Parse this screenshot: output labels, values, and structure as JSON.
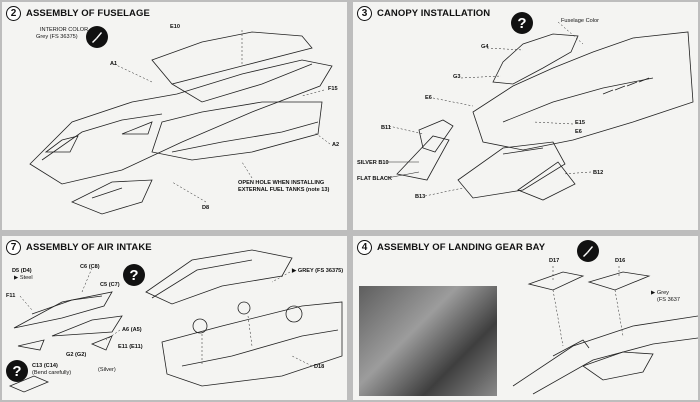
{
  "panels": {
    "p2": {
      "number": "2",
      "title": "ASSEMBLY OF FUSELAGE",
      "color_note_1": "INTERIOR COLOR",
      "color_note_2": "Grey (FS 36375)",
      "parts": [
        "E10",
        "A1",
        "F15",
        "A2",
        "D8"
      ],
      "hole_note_1": "OPEN HOLE WHEN INSTALLING",
      "hole_note_2": "EXTERNAL FUEL TANKS (note 13)"
    },
    "p3": {
      "number": "3",
      "title": "CANOPY INSTALLATION",
      "fuselage_color": "Fuselage Color",
      "parts": [
        "G4",
        "G3",
        "E6",
        "B11",
        "E15",
        "E6",
        "B12",
        "B13"
      ],
      "silver": "SILVER",
      "silver_part": "B10",
      "flat_black": "FLAT BLACK"
    },
    "p7": {
      "number": "7",
      "title": "ASSEMBLY OF AIR INTAKE",
      "grey_note": "GREY (FS 36375)",
      "steel_part": "D5 (D4)",
      "steel": "Steel",
      "parts": [
        "C6 (C8)",
        "F11",
        "C5 (C7)",
        "A6 (A5)",
        "E11 (E11)",
        "G2 (G2)",
        "D18"
      ],
      "silver": "(Silver)",
      "c13": "C13 (C14)",
      "bend": "(Bend carefully)"
    },
    "p4": {
      "number": "4",
      "title": "ASSEMBLY OF LANDING GEAR BAY",
      "parts": [
        "D17",
        "D16"
      ],
      "grey_1": "Grey",
      "grey_2": "(FS 3637"
    }
  }
}
